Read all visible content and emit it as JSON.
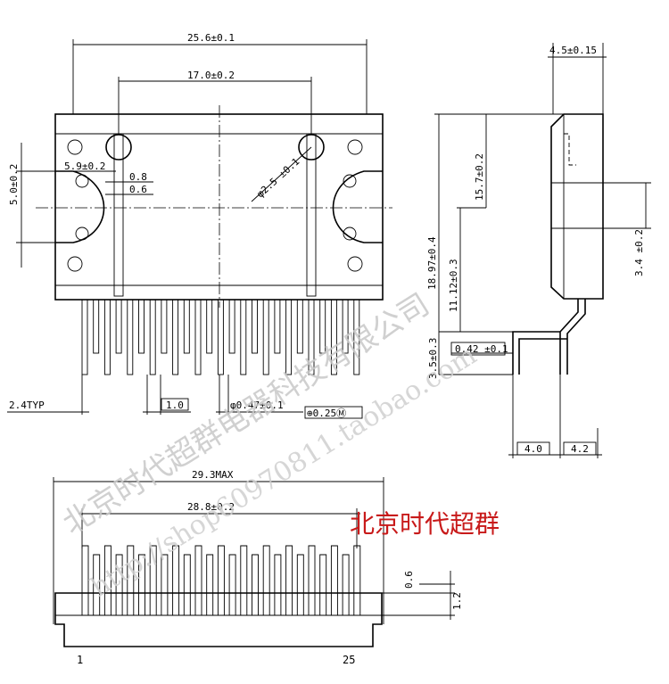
{
  "dimensions": {
    "overall_width": "25.6±0.1",
    "hole_pitch": "17.0±0.2",
    "slot_height": "5.0±0.2",
    "slot_width": "5.9±0.2",
    "dim_08": "0.8",
    "dim_06": "0.6",
    "hole_dia": "φ2.5 ±0.1",
    "lead_overhang": "2.4TYP",
    "lead_pitch": "1.0",
    "lead_width": "φ0.47±0.1",
    "position_tol": "⊕0.25Ⓜ",
    "side_thickness": "4.5±0.15",
    "side_height_total": "18.97±0.4",
    "side_height_body": "15.7±0.2",
    "side_height_tab": "11.12±0.3",
    "side_lead_dim": "3.4 ±0.2",
    "side_lead_thick": "0.42 ±0.1",
    "side_lead_length": "3.5±0.3",
    "side_bottom_a": "4.0",
    "side_bottom_b": "4.2",
    "bottom_max_width": "29.3MAX",
    "bottom_lead_span": "28.8±0.2",
    "bottom_dim_06": "0.6",
    "bottom_dim_12": "1.2",
    "pin_first": "1",
    "pin_last": "25"
  },
  "watermark": {
    "company": "北京时代超群电器科技有限公司",
    "url": "http://shop60970811.taobao.com"
  },
  "brand_label": "北京时代超群"
}
